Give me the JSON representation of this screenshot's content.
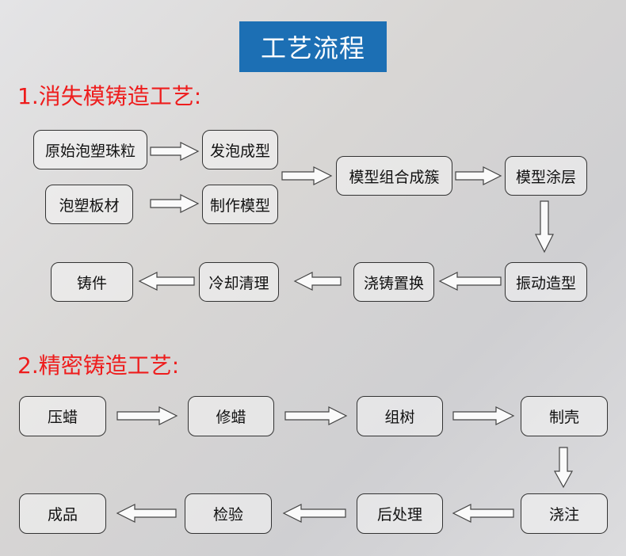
{
  "title": "工艺流程",
  "section1": {
    "heading": "1.消失模铸造工艺:",
    "steps": [
      "原始泡塑珠粒",
      "发泡成型",
      "泡塑板材",
      "制作模型",
      "模型组合成簇",
      "模型涂层",
      "振动造型",
      "浇铸置换",
      "冷却清理",
      "铸件"
    ]
  },
  "section2": {
    "heading": "2.精密铸造工艺:",
    "steps": [
      "压蜡",
      "修蜡",
      "组树",
      "制壳",
      "浇注",
      "后处理",
      "检验",
      "成品"
    ]
  }
}
